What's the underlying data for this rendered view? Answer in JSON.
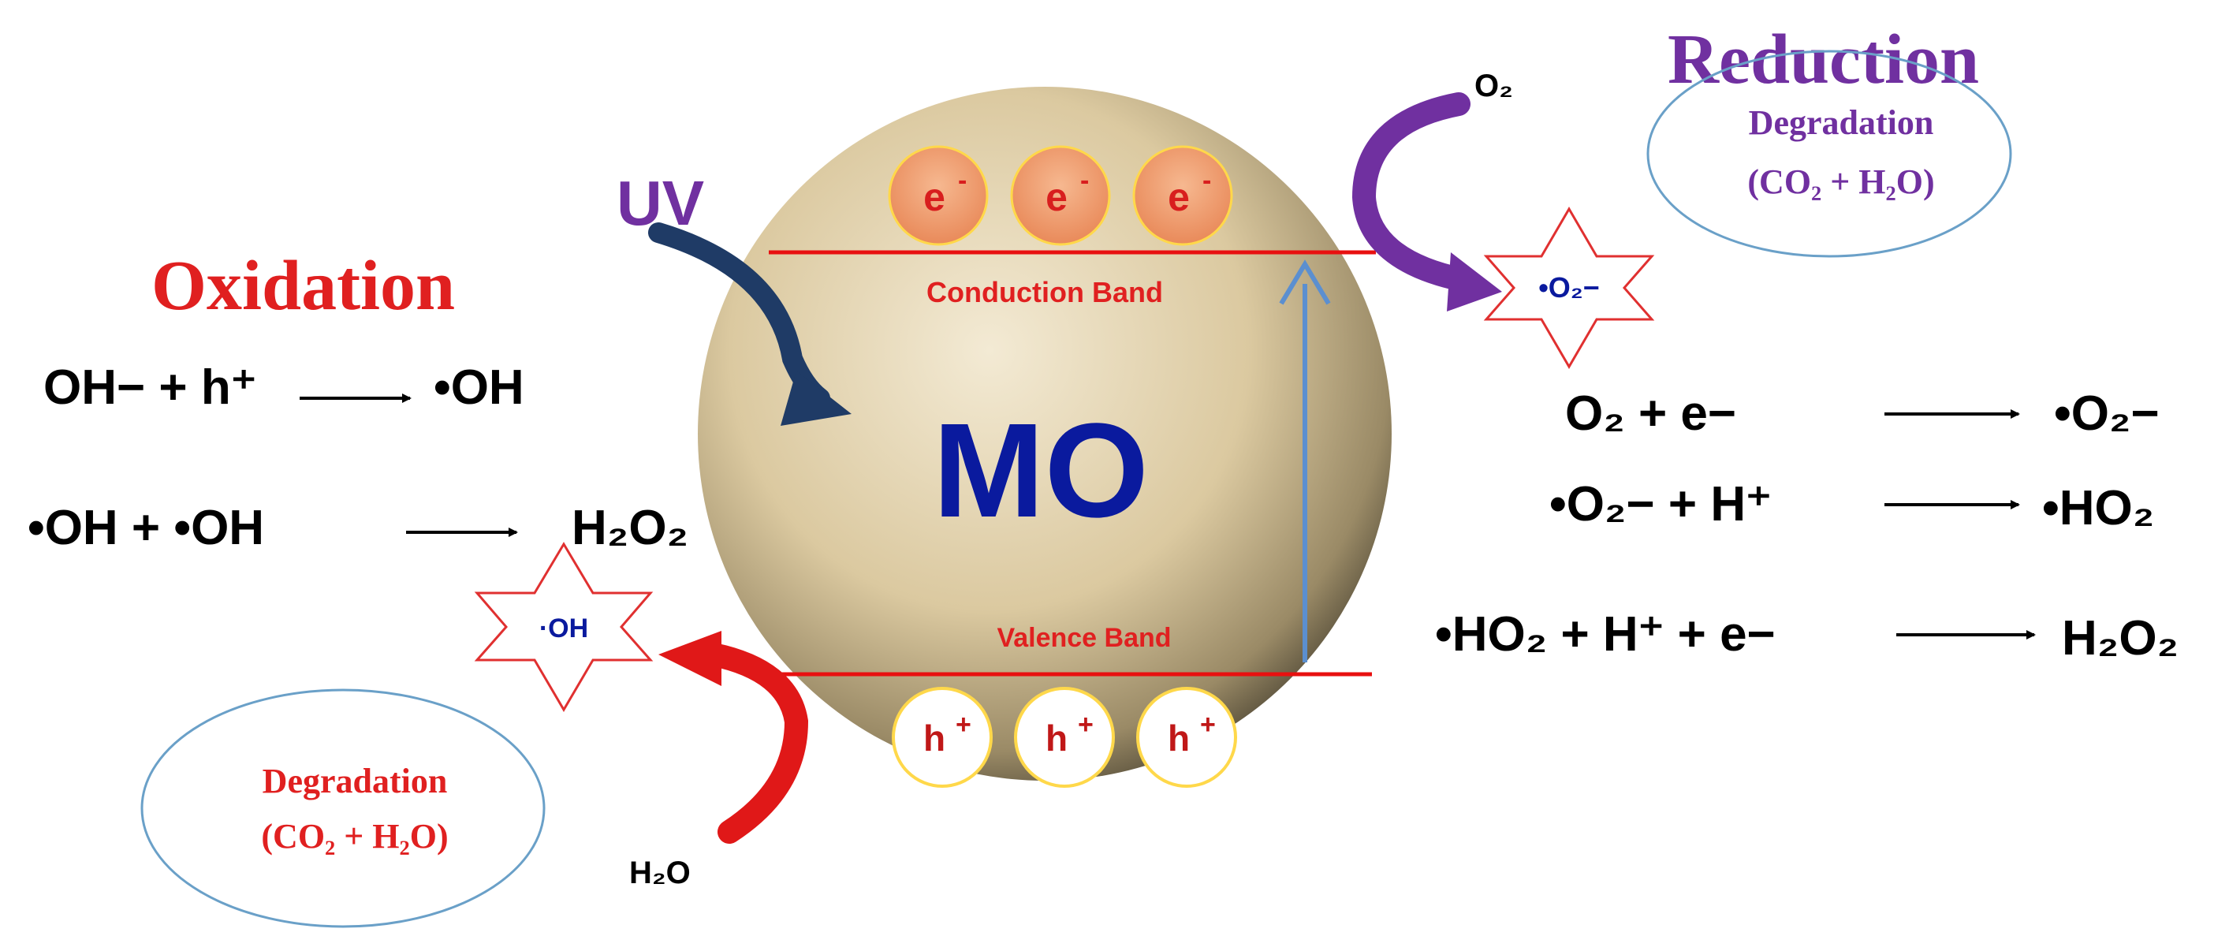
{
  "title_oxidation": "Oxidation",
  "title_reduction": "Reduction",
  "uv_label": "UV",
  "particle": {
    "label": "MO",
    "conduction_band": "Conduction Band",
    "valence_band": "Valence Band",
    "electrons": [
      "e",
      "e",
      "e"
    ],
    "electron_charge": "-",
    "holes": [
      "h",
      "h",
      "h"
    ],
    "hole_charge": "+"
  },
  "oxidation_equations": [
    {
      "left": "OH− + h⁺",
      "right": "•OH"
    },
    {
      "left": "•OH  +  •OH",
      "right": "H₂O₂"
    }
  ],
  "reduction_equations": [
    {
      "left": "O₂  +  e−",
      "right": "•O₂−"
    },
    {
      "left": "•O₂−  +  H⁺",
      "right": "•HO₂"
    },
    {
      "left": "•HO₂ +  H⁺  +  e−",
      "right": "H₂O₂"
    }
  ],
  "radicals": {
    "hydroxyl": "·OH",
    "superoxide": "•O₂−"
  },
  "reactants": {
    "water": "H₂O",
    "oxygen": "O₂"
  },
  "degradation_left": {
    "title": "Degradation",
    "products": "(CO₂ + H₂O)"
  },
  "degradation_right": {
    "title": "Degradation",
    "products": "(CO₂ + H₂O)"
  },
  "colors": {
    "oxidation": "#e02020",
    "reduction": "#7030a0",
    "mo_text": "#0a1a9e",
    "band_line": "#e81010",
    "uv_arrow": "#1f3b66",
    "excitation_arrow": "#5b8fd0",
    "electron_fill": "#f0a070",
    "ellipse_stroke": "#6aa0c8"
  }
}
